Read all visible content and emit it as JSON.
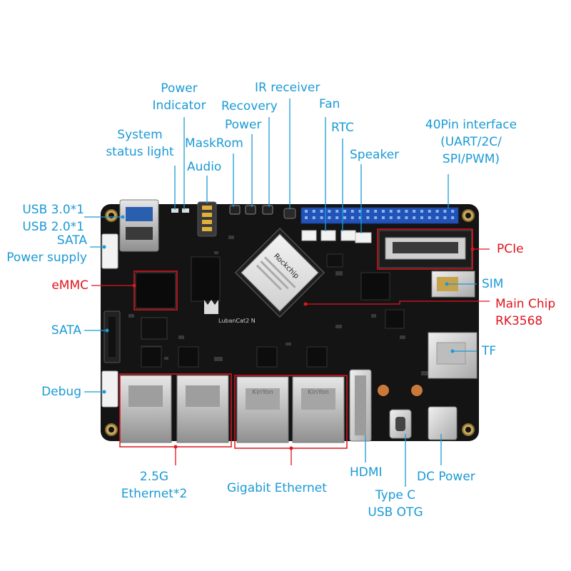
{
  "colors": {
    "callout_blue": "#1a9ad6",
    "callout_red": "#e0141c",
    "board": "#141414"
  },
  "board": {
    "chip_brand": "Rockchip",
    "silkscreen_brand": "LubanCat2 N",
    "nic_brand": "KinYon"
  },
  "labels": {
    "power_indicator": {
      "line1": "Power",
      "line2": "Indicator"
    },
    "ir_receiver": "IR receiver",
    "recovery": "Recovery",
    "fan": "Fan",
    "power": "Power",
    "rtc": "RTC",
    "system_status": {
      "line1": "System",
      "line2": "status light"
    },
    "maskrom": "MaskRom",
    "pin40": {
      "line1": "40Pin interface",
      "line2": "(UART/2C/",
      "line3": "SPI/PWM)"
    },
    "speaker": "Speaker",
    "audio": "Audio",
    "usb": {
      "line1": "USB 3.0*1",
      "line2": "USB 2.0*1"
    },
    "sata_power": {
      "line1": "SATA",
      "line2": "Power supply"
    },
    "pcie": "PCIe",
    "emmc": "eMMC",
    "sim": "SIM",
    "main_chip": {
      "line1": "Main Chip",
      "line2": "RK3568"
    },
    "sata": "SATA",
    "tf": "TF",
    "debug": "Debug",
    "eth25": {
      "line1": "2.5G",
      "line2": "Ethernet*2"
    },
    "gigabit": "Gigabit Ethernet",
    "hdmi": "HDMI",
    "dc_power": "DC Power",
    "typec": {
      "line1": "Type C",
      "line2": "USB OTG"
    }
  }
}
